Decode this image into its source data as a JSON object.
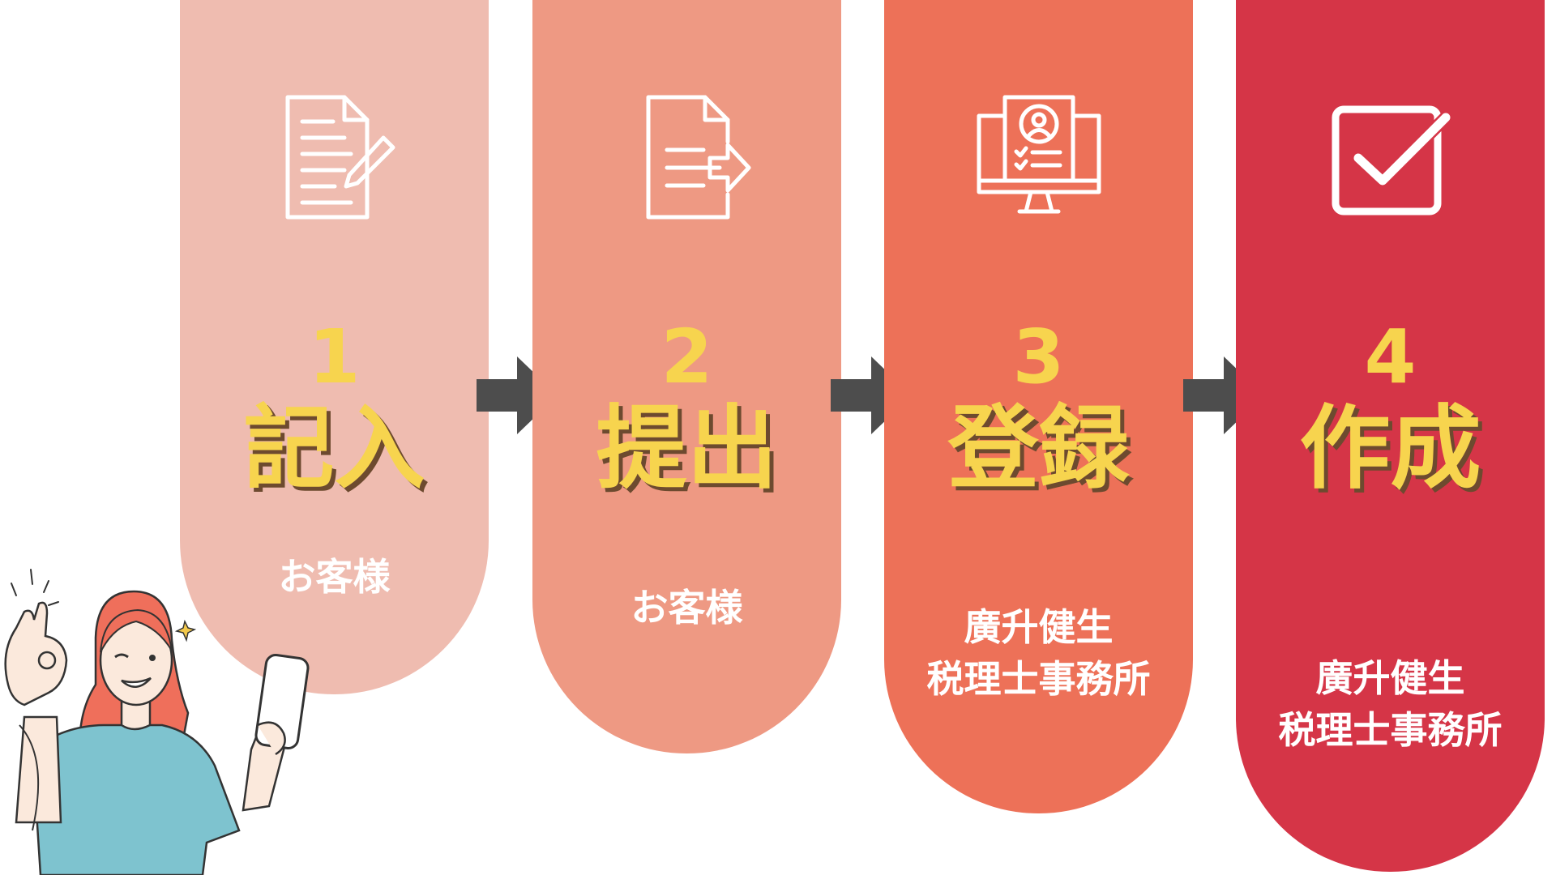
{
  "colors": {
    "step1": "#efbcb0",
    "step2": "#ee9983",
    "step3": "#ed7158",
    "step4": "#d53547",
    "number": "#f7d44e",
    "arrow": "#4d4d4d"
  },
  "steps": [
    {
      "number": "1",
      "title": "記入",
      "actor": "お客様",
      "icon": "document-pencil-icon"
    },
    {
      "number": "2",
      "title": "提出",
      "actor": "お客様",
      "icon": "document-send-icon"
    },
    {
      "number": "3",
      "title": "登録",
      "actor": "廣升健生\n税理士事務所",
      "icon": "computer-profile-icon"
    },
    {
      "number": "4",
      "title": "作成",
      "actor": "廣升健生\n税理士事務所",
      "icon": "checkbox-check-icon"
    }
  ],
  "illustration": {
    "icon": "woman-ok-phone-illustration"
  }
}
